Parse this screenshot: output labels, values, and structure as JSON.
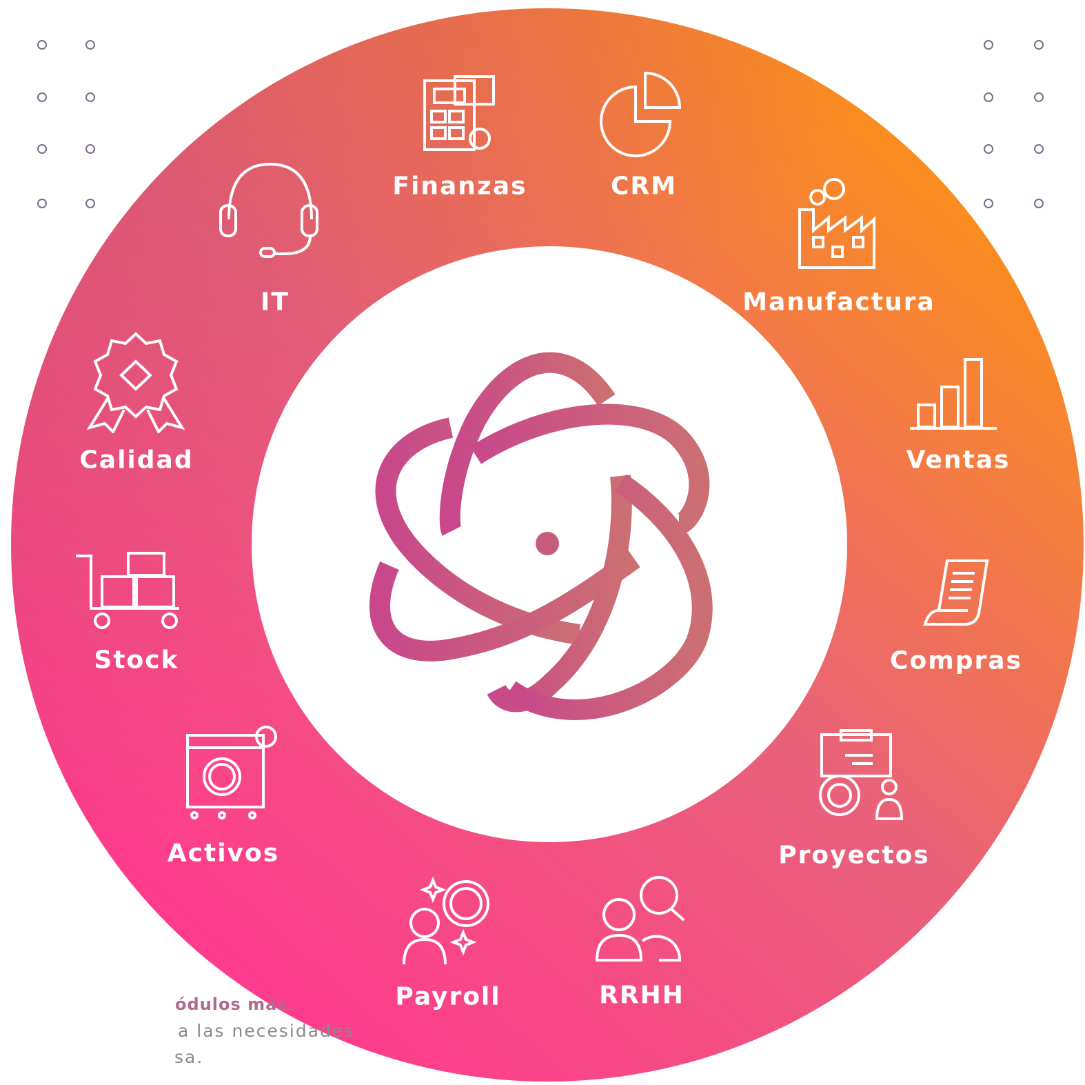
{
  "colors": {
    "ring_top_right": "#fb8f1b",
    "ring_bottom_left": "#ff3b8d",
    "ring_mid": "#e9617a",
    "logo_left": "#c8488a",
    "logo_right": "#cc6f72",
    "caption_bold": "#b06a8c",
    "caption_text": "#8a8a8a",
    "dot_stroke": "#7c6a8c"
  },
  "modules": [
    {
      "label": "Finanzas",
      "icon": "calculator-icon"
    },
    {
      "label": "CRM",
      "icon": "pie-chart-icon"
    },
    {
      "label": "Manufactura",
      "icon": "factory-icon"
    },
    {
      "label": "Ventas",
      "icon": "bar-chart-icon"
    },
    {
      "label": "Compras",
      "icon": "receipt-icon"
    },
    {
      "label": "Proyectos",
      "icon": "project-gear-icon"
    },
    {
      "label": "RRHH",
      "icon": "people-search-icon"
    },
    {
      "label": "Payroll",
      "icon": "person-money-icon"
    },
    {
      "label": "Activos",
      "icon": "asset-board-icon"
    },
    {
      "label": "Stock",
      "icon": "cart-boxes-icon"
    },
    {
      "label": "Calidad",
      "icon": "quality-badge-icon"
    },
    {
      "label": "IT",
      "icon": "headset-icon"
    }
  ],
  "center_logo": {
    "icon": "atom-logo-icon"
  },
  "caption": {
    "title": "ódulos más.",
    "line1": "a las necesidades",
    "line2": "sa."
  }
}
